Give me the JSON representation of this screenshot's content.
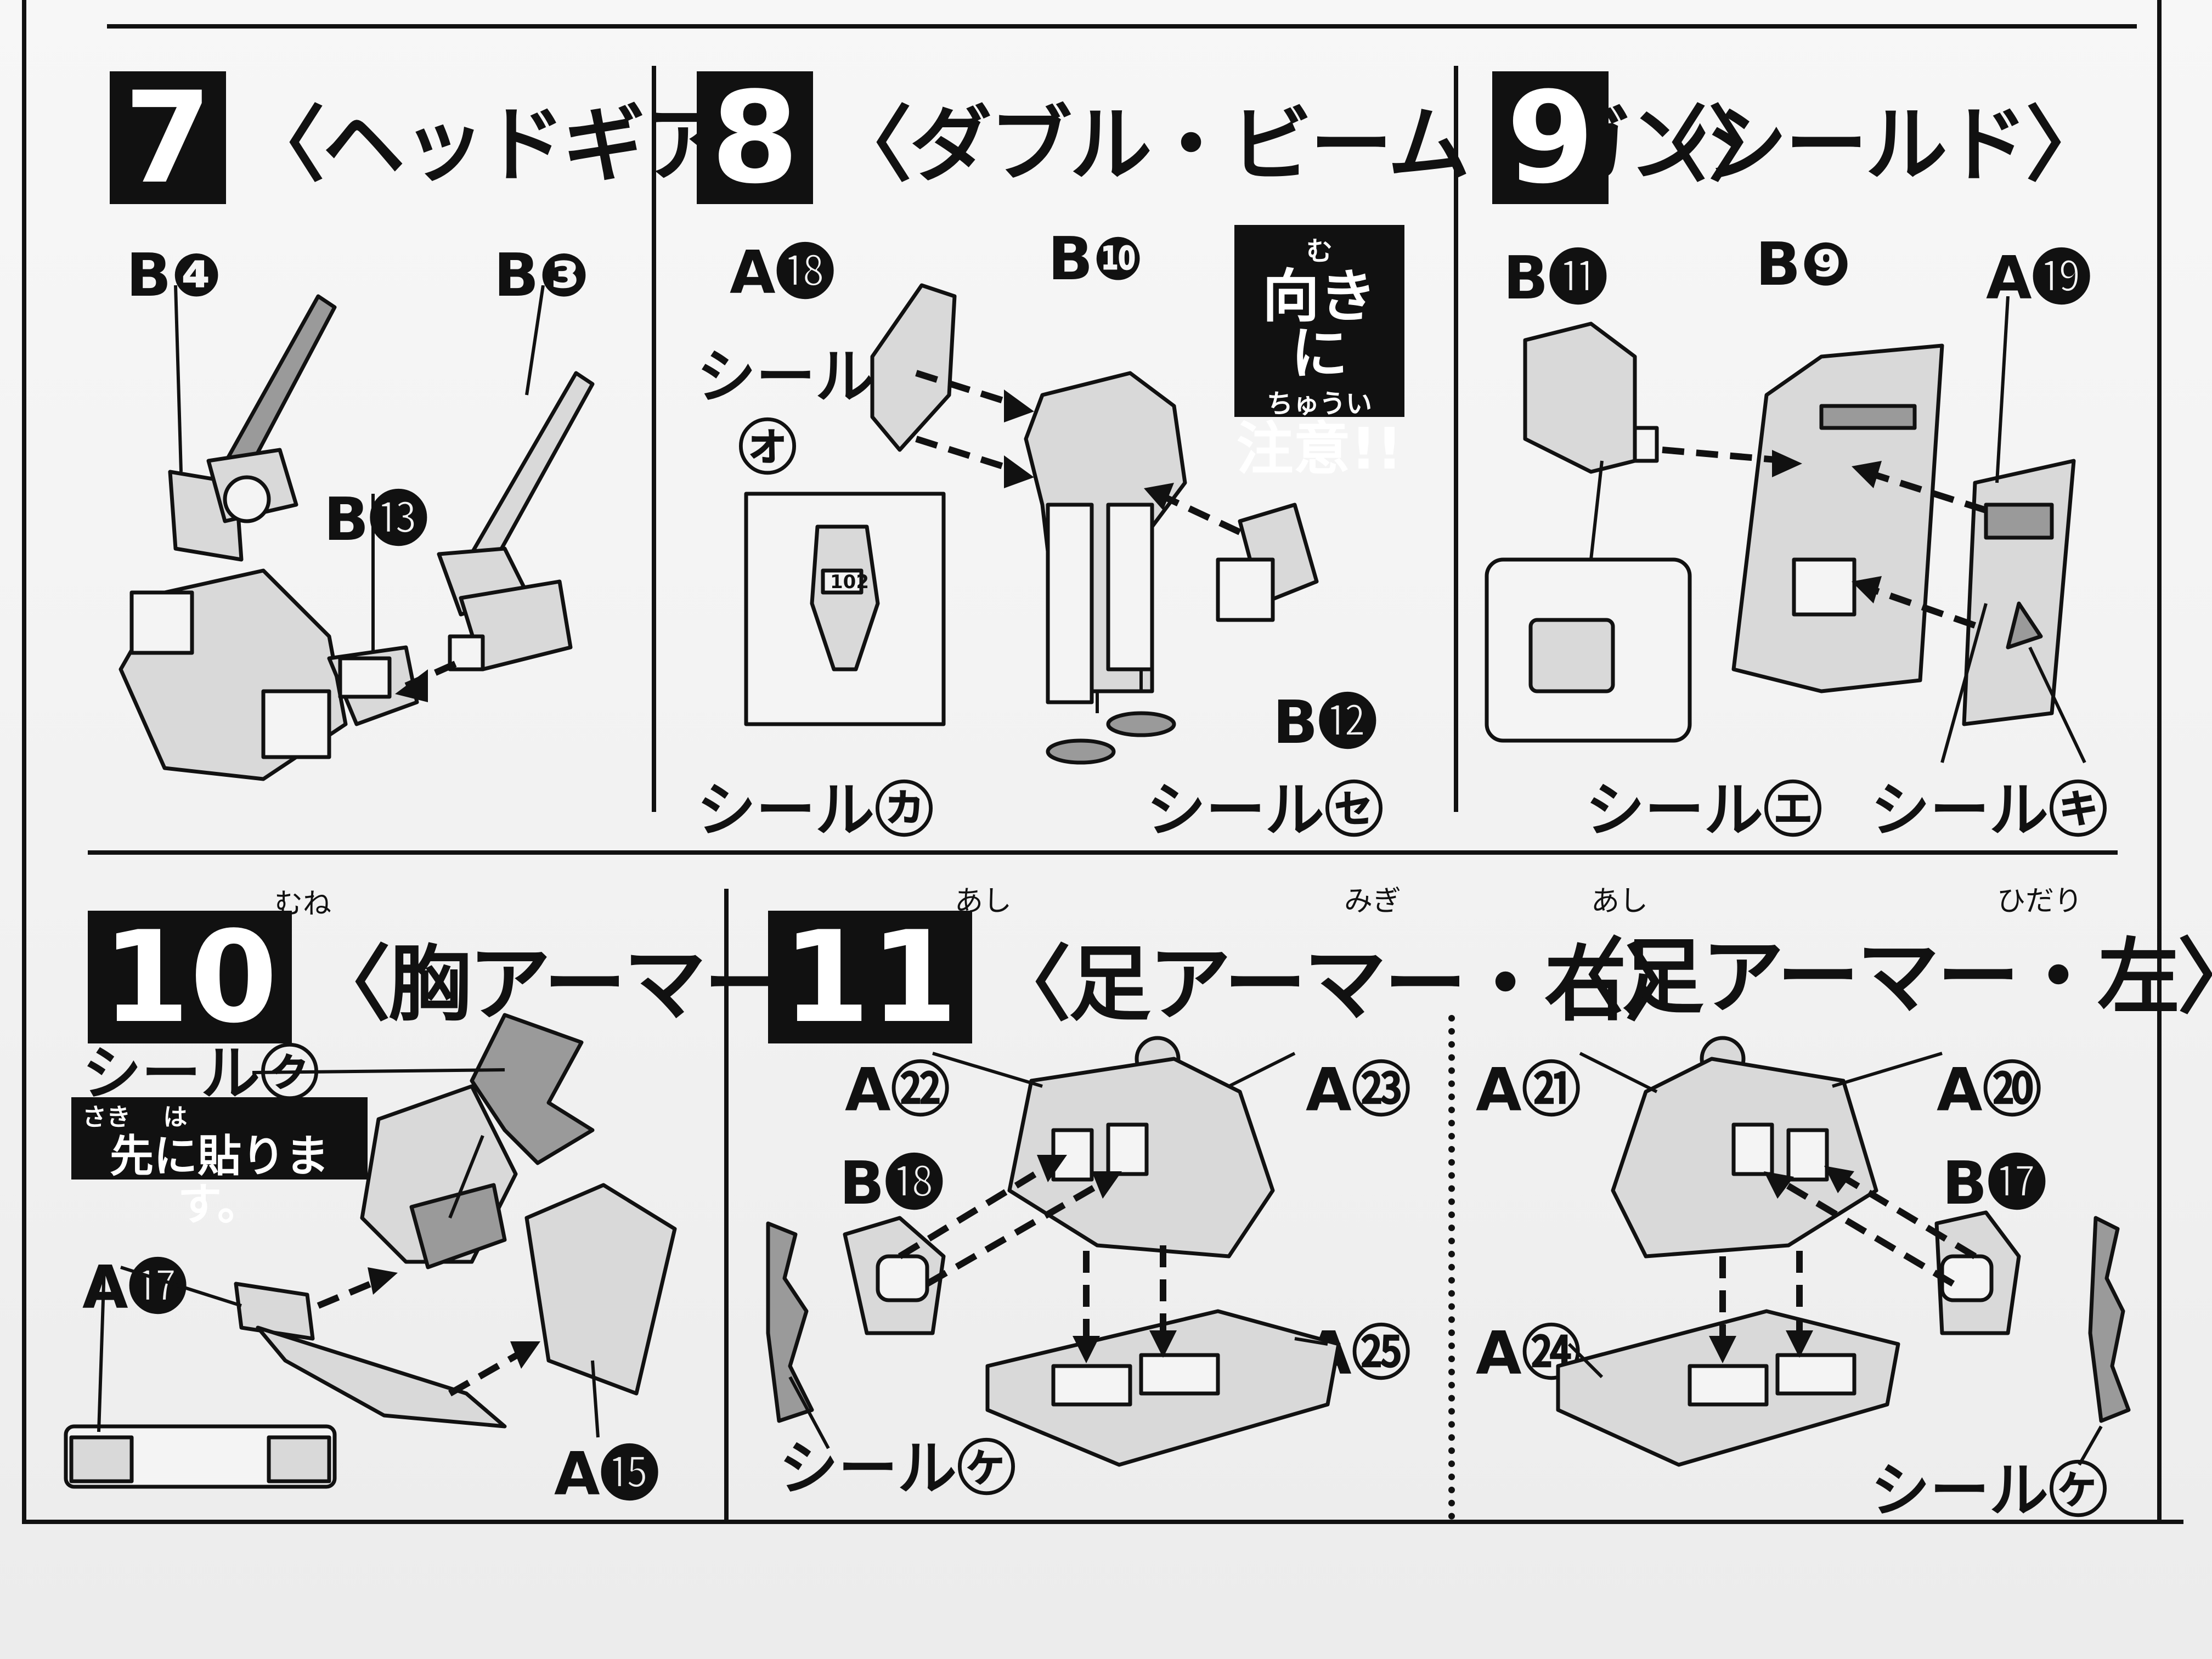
{
  "steps": [
    {
      "num": "7",
      "title": "〈ヘッドギア〉"
    },
    {
      "num": "8",
      "title": "〈ダブル・ビーム・ガン〉"
    },
    {
      "num": "9",
      "title": "〈シールド〉"
    },
    {
      "num": "10",
      "title": "〈胸アーマー〉",
      "ruby": "むね"
    },
    {
      "num": "11",
      "title": "〈足アーマー・右〉",
      "ruby1": "あし",
      "ruby2": "みぎ"
    },
    {
      "title": "〈足アーマー・左〉",
      "ruby1": "あし",
      "ruby2": "ひだり"
    }
  ],
  "parts": {
    "s7": [
      "B❹",
      "B❸",
      "B⓭"
    ],
    "s8": [
      "A⓲",
      "B❿",
      "B⓬"
    ],
    "s9": [
      "B⓫",
      "B❾",
      "A⓳"
    ],
    "s10": [
      "A⓱",
      "A⓯"
    ],
    "s11r": [
      "A㉒",
      "A㉓",
      "B⓲",
      "A㉕"
    ],
    "s11l": [
      "A㉑",
      "A⑳",
      "B⓱",
      "A㉔"
    ]
  },
  "seals": {
    "s8": [
      "シール",
      "㋔",
      "シール㋕",
      "シール㋝"
    ],
    "s9": [
      "シール㋓",
      "シール㋖"
    ],
    "s10": [
      "シール㋗"
    ],
    "s11r": [
      "シール㋘"
    ],
    "s11l": [
      "シール㋘"
    ]
  },
  "warnings": {
    "s8": {
      "ruby1": "む",
      "line1": "向きに",
      "ruby2": "ちゅうい",
      "line2": "注意!!"
    },
    "s10": {
      "ruby": "さき　 は",
      "line": "先に貼ります。"
    }
  },
  "badge": "102"
}
